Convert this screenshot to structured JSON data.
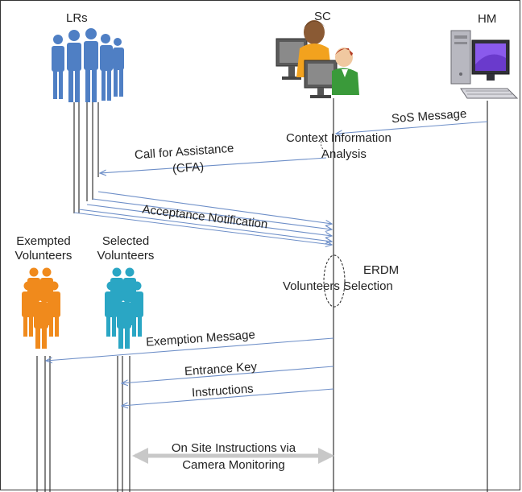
{
  "actors": {
    "lrs": "LRs",
    "sc": "SC",
    "hm": "HM",
    "exempted_line1": "Exempted",
    "exempted_line2": "Volunteers",
    "selected_line1": "Selected",
    "selected_line2": "Volunteers"
  },
  "messages": {
    "sos": "SoS Message",
    "context_line1": "Context Information",
    "context_line2": "Analysis",
    "cfa_line1": "Call for Assistance",
    "cfa_line2": "(CFA)",
    "acceptance": "Acceptance Notification",
    "erdm_line1": "ERDM",
    "erdm_line2": "Volunteers Selection",
    "exemption": "Exemption Message",
    "entrance_key": "Entrance Key",
    "instructions": "Instructions",
    "onsite_line1": "On Site Instructions via",
    "onsite_line2": "Camera Monitoring"
  },
  "colors": {
    "arrow": "#6e8fc8",
    "lifeline": "#222222",
    "lrs_group": "#4f7fc4",
    "exempted_group": "#f08a1c",
    "selected_group": "#2aa6c4",
    "monitor_arrow": "#c8c8c8"
  },
  "icons": {
    "lrs": "people-group-icon",
    "sc": "operators-at-computers-icon",
    "hm": "desktop-computer-icon",
    "exempted": "people-group-icon",
    "selected": "people-group-icon"
  }
}
